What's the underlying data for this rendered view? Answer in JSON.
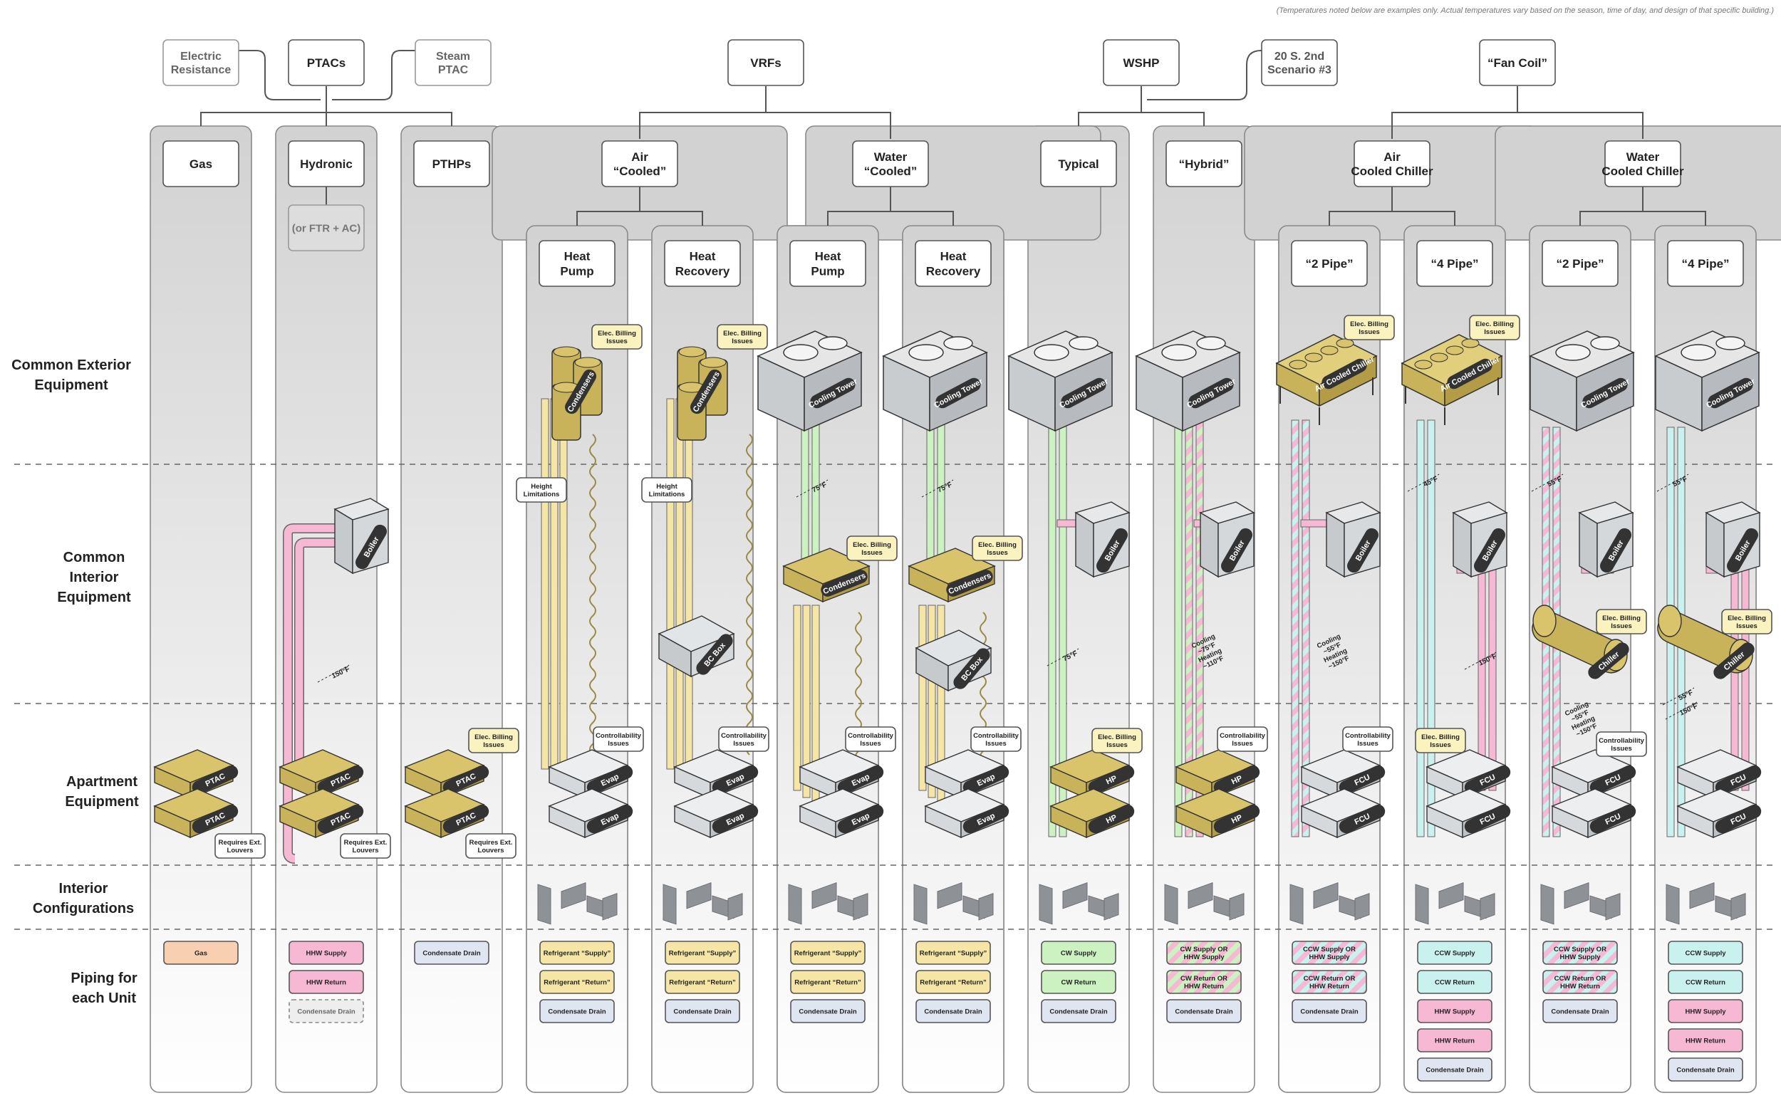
{
  "note": "(Temperatures noted below are examples only. Actual temperatures vary based on the season, time of day, and design of that specific building.)",
  "row_labels": {
    "exterior": [
      "Common Exterior",
      "Equipment"
    ],
    "interior": [
      "Common",
      "Interior",
      "Equipment"
    ],
    "apartment": [
      "Apartment",
      "Equipment"
    ],
    "configs": [
      "Interior",
      "Configurations"
    ],
    "piping": [
      "Piping for",
      "each Unit"
    ]
  },
  "top_boxes": {
    "elec_res": [
      "Electric",
      "Resistance"
    ],
    "ptacs": [
      "PTACs"
    ],
    "steam": [
      "Steam",
      "PTAC"
    ],
    "vrfs": [
      "VRFs"
    ],
    "wshp": [
      "WSHP"
    ],
    "s2nd": [
      "20 S. 2nd",
      "Scenario #3"
    ],
    "fancoil": [
      "“Fan Coil”"
    ]
  },
  "sub_boxes": {
    "air_cooled": [
      "Air",
      "“Cooled”"
    ],
    "water_cooled": [
      "Water",
      "“Cooled”"
    ],
    "air_chiller": [
      "Air",
      "Cooled Chiller"
    ],
    "water_chiller": [
      "Water",
      "Cooled Chiller"
    ],
    "ftr_ac": [
      "(or FTR + AC)"
    ]
  },
  "columns": [
    {
      "header": [
        "Gas"
      ],
      "piping": [
        {
          "label": "Gas",
          "kind": "gas"
        }
      ]
    },
    {
      "header": [
        "Hydronic"
      ],
      "piping": [
        {
          "label": "HHW Supply",
          "kind": "hhw"
        },
        {
          "label": "HHW Return",
          "kind": "hhw"
        },
        {
          "label": "Condensate Drain",
          "kind": "dashed"
        }
      ]
    },
    {
      "header": [
        "PTHPs"
      ],
      "piping": [
        {
          "label": "Condensate Drain",
          "kind": "drain"
        }
      ]
    },
    {
      "header": [
        "Heat",
        "Pump"
      ],
      "piping": [
        {
          "label": "Refrigerant “Supply”",
          "kind": "ref"
        },
        {
          "label": "Refrigerant “Return”",
          "kind": "ref"
        },
        {
          "label": "Condensate Drain",
          "kind": "drain"
        }
      ]
    },
    {
      "header": [
        "Heat",
        "Recovery"
      ],
      "piping": [
        {
          "label": "Refrigerant “Supply”",
          "kind": "ref"
        },
        {
          "label": "Refrigerant “Return”",
          "kind": "ref"
        },
        {
          "label": "Condensate Drain",
          "kind": "drain"
        }
      ]
    },
    {
      "header": [
        "Heat",
        "Pump"
      ],
      "piping": [
        {
          "label": "Refrigerant “Supply”",
          "kind": "ref"
        },
        {
          "label": "Refrigerant “Return”",
          "kind": "ref"
        },
        {
          "label": "Condensate Drain",
          "kind": "drain"
        }
      ]
    },
    {
      "header": [
        "Heat",
        "Recovery"
      ],
      "piping": [
        {
          "label": "Refrigerant “Supply”",
          "kind": "ref"
        },
        {
          "label": "Refrigerant “Return”",
          "kind": "ref"
        },
        {
          "label": "Condensate Drain",
          "kind": "drain"
        }
      ]
    },
    {
      "header": [
        "Typical"
      ],
      "piping": [
        {
          "label": "CW Supply",
          "kind": "cw"
        },
        {
          "label": "CW Return",
          "kind": "cw"
        },
        {
          "label": "Condensate Drain",
          "kind": "drain"
        }
      ]
    },
    {
      "header": [
        "“Hybrid”"
      ],
      "piping": [
        {
          "label": "CW Supply OR HHW Supply",
          "kind": "cwhhw"
        },
        {
          "label": "CW Return OR HHW Return",
          "kind": "cwhhw"
        },
        {
          "label": "Condensate Drain",
          "kind": "drain"
        }
      ]
    },
    {
      "header": [
        "“2 Pipe”"
      ],
      "piping": [
        {
          "label": "CCW Supply OR HHW Supply",
          "kind": "ccwhhw"
        },
        {
          "label": "CCW Return OR HHW Return",
          "kind": "ccwhhw"
        },
        {
          "label": "Condensate Drain",
          "kind": "drain"
        }
      ]
    },
    {
      "header": [
        "“4 Pipe”"
      ],
      "piping": [
        {
          "label": "CCW Supply",
          "kind": "ccw"
        },
        {
          "label": "CCW Return",
          "kind": "ccw"
        },
        {
          "label": "HHW Supply",
          "kind": "hhw"
        },
        {
          "label": "HHW Return",
          "kind": "hhw"
        },
        {
          "label": "Condensate Drain",
          "kind": "drain"
        }
      ]
    },
    {
      "header": [
        "“2 Pipe”"
      ],
      "piping": [
        {
          "label": "CCW Supply OR HHW Supply",
          "kind": "ccwhhw"
        },
        {
          "label": "CCW Return OR HHW Return",
          "kind": "ccwhhw"
        },
        {
          "label": "Condensate Drain",
          "kind": "drain"
        }
      ]
    },
    {
      "header": [
        "“4 Pipe”"
      ],
      "piping": [
        {
          "label": "CCW Supply",
          "kind": "ccw"
        },
        {
          "label": "CCW Return",
          "kind": "ccw"
        },
        {
          "label": "HHW Supply",
          "kind": "hhw"
        },
        {
          "label": "HHW Return",
          "kind": "hhw"
        },
        {
          "label": "Condensate Drain",
          "kind": "drain"
        }
      ]
    }
  ],
  "callouts": {
    "elec_billing": [
      "Elec. Billing",
      "Issues"
    ],
    "controllability": [
      "Controllability",
      "Issues"
    ],
    "height": [
      "Height",
      "Limitations"
    ],
    "louvers": [
      "Requires Ext.",
      "Louvers"
    ]
  },
  "equipment_labels": {
    "condensers": "Condensers",
    "cooling_tower": "Cooling Tower",
    "air_cooled_chiller": "Air Cooled Chiller",
    "boiler": "Boiler",
    "bc_box": "BC Box",
    "chiller": "Chiller",
    "ptac": "PTAC",
    "evap": "Evap",
    "hp": "HP",
    "fcu": "FCU"
  },
  "temperatures": {
    "t150": "150°F",
    "t75": "75°F",
    "t45": "45°F",
    "t150b": "150°F",
    "t55": "55°F",
    "hybrid": [
      "Cooling",
      "~75°F",
      "Heating",
      "~110°F"
    ],
    "twopipe_air": [
      "Cooling",
      "~55°F",
      "Heating",
      "~150°F"
    ],
    "twopipe_water": [
      "Cooling",
      "~55°F",
      "Heating",
      "~150°F"
    ]
  },
  "colors": {
    "refrigerant": "#f5e6a6",
    "hhw": "#f7b8d4",
    "cw": "#cbf2c0",
    "ccw": "#c9f1ee",
    "gas": "#f8cfb0",
    "drain": "#dfe6f1",
    "gold": "#c8b25a",
    "gray_unit": "#d6d9dc",
    "column_top": "#d2d2d2"
  }
}
